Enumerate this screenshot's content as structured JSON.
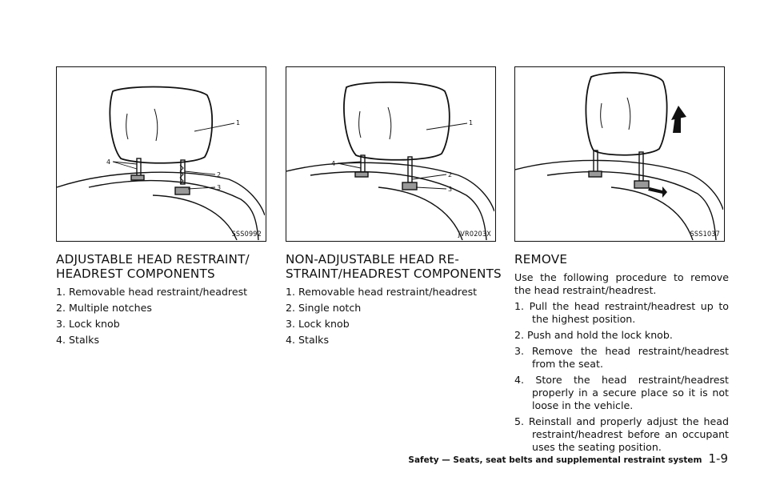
{
  "figures": [
    {
      "code": "SSS0992",
      "callouts": [
        "1",
        "2",
        "3",
        "4"
      ]
    },
    {
      "code": "JVR0203X",
      "callouts": [
        "1",
        "2",
        "3",
        "4"
      ]
    },
    {
      "code": "SSS1037"
    }
  ],
  "adjustable": {
    "title_line1": "ADJUSTABLE HEAD RESTRAINT/",
    "title_line2": "HEADREST COMPONENTS",
    "items": [
      "1.  Removable head restraint/headrest",
      "2.  Multiple notches",
      "3.  Lock knob",
      "4.  Stalks"
    ]
  },
  "non_adjustable": {
    "title_line1": "NON-ADJUSTABLE HEAD RE-",
    "title_line2": "STRAINT/HEADREST COMPONENTS",
    "items": [
      "1.  Removable head restraint/headrest",
      "2.  Single notch",
      "3.  Lock knob",
      "4.  Stalks"
    ]
  },
  "remove": {
    "title": "REMOVE",
    "intro": "Use the following procedure to remove the head restraint/headrest.",
    "steps": [
      "1.  Pull the head restraint/headrest up to the highest position.",
      "2.  Push and hold the lock knob.",
      "3.  Remove the head restraint/headrest from the seat.",
      "4.  Store the head restraint/headrest properly in a secure place so it is not loose in the vehicle.",
      "5.  Reinstall and properly adjust the head restraint/headrest before an occupant uses the seating position."
    ]
  },
  "footer": {
    "section": "Safety — Seats, seat belts and supplemental restraint system",
    "page": "1-9"
  }
}
